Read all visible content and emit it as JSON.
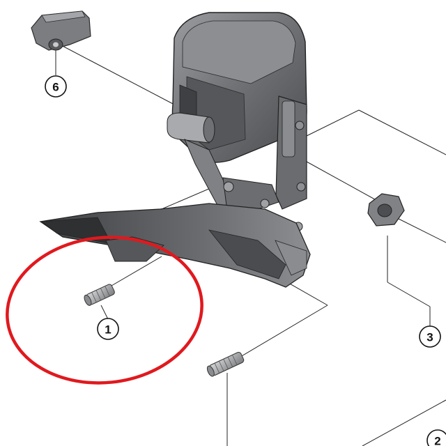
{
  "callouts": [
    {
      "id": "1",
      "label": "1"
    },
    {
      "id": "2",
      "label": "2"
    },
    {
      "id": "3",
      "label": "3"
    },
    {
      "id": "6",
      "label": "6"
    }
  ],
  "highlight": {
    "color": "#e0191e"
  },
  "colors": {
    "housing_dark": "#5b5d60",
    "housing_mid": "#7d7f82",
    "housing_light": "#a9abae",
    "line": "#222222"
  }
}
